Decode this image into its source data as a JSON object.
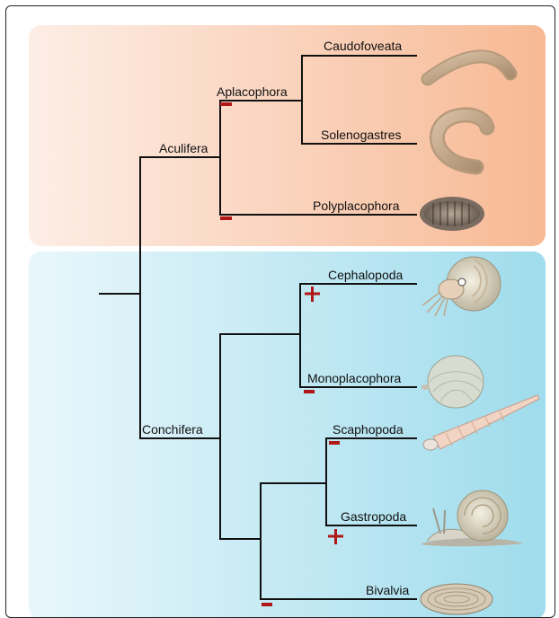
{
  "tree": {
    "groups": {
      "aculifera": "Aculifera",
      "aplacophora": "Aplacophora",
      "conchifera": "Conchifera"
    },
    "taxa": {
      "caudofoveata": "Caudofoveata",
      "solenogastres": "Solenogastres",
      "polyplacophora": "Polyplacophora",
      "cephalopoda": "Cephalopoda",
      "monoplacophora": "Monoplacophora",
      "scaphopoda": "Scaphopoda",
      "gastropoda": "Gastropoda",
      "bivalvia": "Bivalvia"
    },
    "markers": {
      "minus": "−",
      "plus": "+"
    }
  },
  "colors": {
    "aculifera_panel": "#f7b994",
    "conchifera_panel": "#9fdcec",
    "marker": "#b01818"
  }
}
